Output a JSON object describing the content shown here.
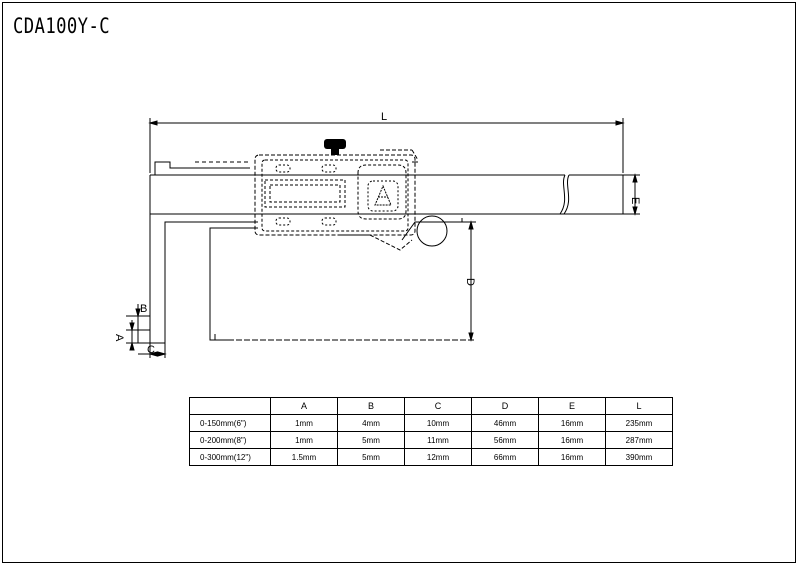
{
  "title": "CDA100Y-C",
  "dimension_labels": {
    "L": "L",
    "E": "E",
    "D": "D",
    "B": "B",
    "A": "A",
    "C": "C"
  },
  "table": {
    "headers": [
      "",
      "A",
      "B",
      "C",
      "D",
      "E",
      "L"
    ],
    "rows": [
      {
        "range": "0-150mm(6\")",
        "cells": [
          "1mm",
          "4mm",
          "10mm",
          "46mm",
          "16mm",
          "235mm"
        ]
      },
      {
        "range": "0-200mm(8\")",
        "cells": [
          "1mm",
          "5mm",
          "11mm",
          "56mm",
          "16mm",
          "287mm"
        ]
      },
      {
        "range": "0-300mm(12\")",
        "cells": [
          "1.5mm",
          "5mm",
          "12mm",
          "66mm",
          "16mm",
          "390mm"
        ]
      }
    ]
  }
}
